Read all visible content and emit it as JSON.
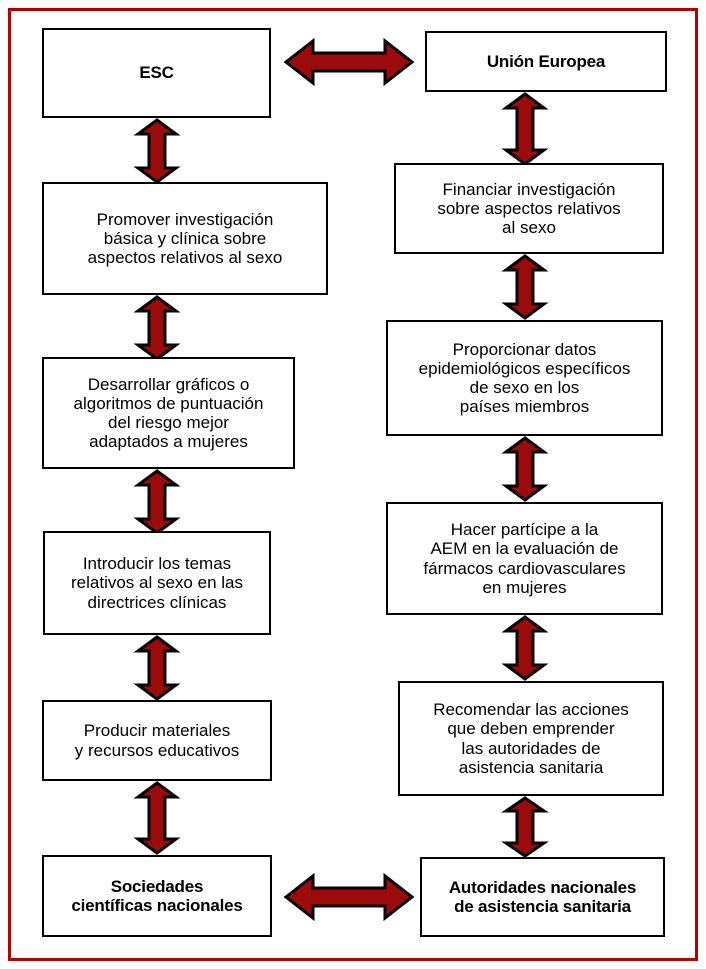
{
  "diagram": {
    "title_colors": {
      "arrow_fill": "#9b0b0b",
      "arrow_stroke": "#000000",
      "frame": "#b00000",
      "box_border": "#000000",
      "box_fill": "#ffffff",
      "text": "#000000"
    },
    "columns": {
      "left_header": "ESC",
      "right_header": "Unión Europea"
    },
    "left_nodes": [
      {
        "id": "esc",
        "label": "ESC",
        "bold": true
      },
      {
        "id": "promover",
        "label": "Promover investigación\nbásica y clínica sobre\naspectos relativos al sexo",
        "bold": false
      },
      {
        "id": "desarrollar",
        "label": "Desarrollar gráficos o\nalgoritmos de puntuación\ndel riesgo mejor\nadaptados a mujeres",
        "bold": false
      },
      {
        "id": "introducir",
        "label": "Introducir los temas\nrelativos al sexo en las\ndirectrices clínicas",
        "bold": false
      },
      {
        "id": "producir",
        "label": "Producir materiales\ny recursos educativos",
        "bold": false
      },
      {
        "id": "sociedades",
        "label": "Sociedades\ncientíficas nacionales",
        "bold": true
      }
    ],
    "right_nodes": [
      {
        "id": "union-europea",
        "label": "Unión Europea",
        "bold": true
      },
      {
        "id": "financiar",
        "label": "Financiar investigación\nsobre aspectos relativos\nal sexo",
        "bold": false
      },
      {
        "id": "proporcionar",
        "label": "Proporcionar datos\nepidemiológicos específicos\nde sexo en los\npaíses miembros",
        "bold": false
      },
      {
        "id": "hacer-participe",
        "label": "Hacer partícipe a la\nAEM en la evaluación de\nfármacos cardiovasculares\nen mujeres",
        "bold": false
      },
      {
        "id": "recomendar",
        "label": "Recomendar las acciones\nque deben emprender\nlas autoridades de\nasistencia sanitaria",
        "bold": false
      },
      {
        "id": "autoridades",
        "label": "Autoridades nacionales\nde asistencia sanitaria",
        "bold": true
      }
    ],
    "connectors": {
      "horizontal_top": "double-headed-arrow",
      "horizontal_bottom": "double-headed-arrow",
      "vertical_left": [
        "double-headed-arrow",
        "double-headed-arrow",
        "double-headed-arrow",
        "double-headed-arrow",
        "double-headed-arrow"
      ],
      "vertical_right": [
        "double-headed-arrow",
        "double-headed-arrow",
        "double-headed-arrow",
        "double-headed-arrow",
        "double-headed-arrow"
      ]
    }
  }
}
